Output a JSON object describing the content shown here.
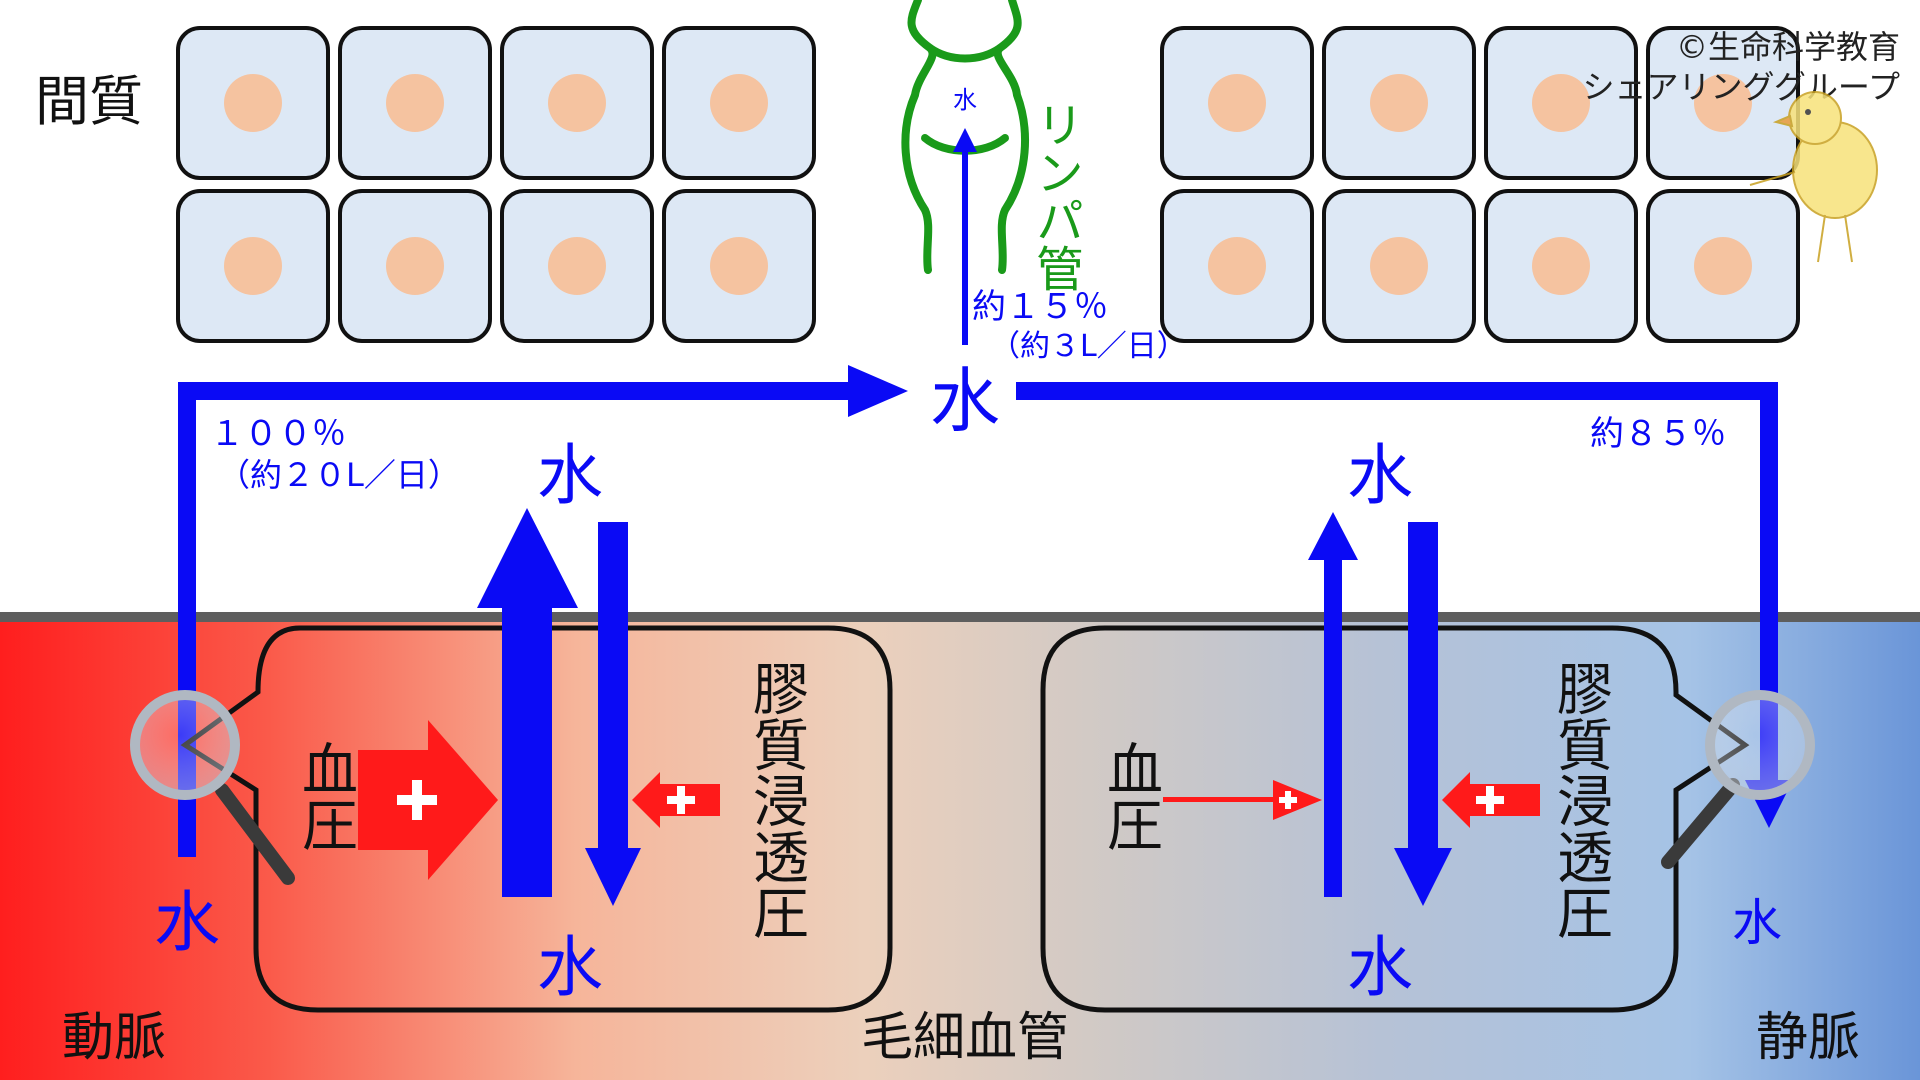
{
  "labels": {
    "interstitium": "間質",
    "artery": "動脈",
    "vein": "静脈",
    "capillary": "毛細血管",
    "lymph_vessel": "リンパ管",
    "copyright_line1": "©生命科学教育",
    "copyright_line2": "シェアリンググループ",
    "blood_pressure": "血圧",
    "colloid_osmotic_pressure": "膠質浸透圧",
    "plus_sign": "+"
  },
  "water": {
    "symbol": "水",
    "percent_in": "１００％",
    "volume_in": "（約２０L／日）",
    "percent_lymph": "約１５％",
    "volume_lymph": "（約３L／日）",
    "percent_venous": "約８５％"
  },
  "colors": {
    "water_blue": "#0a0af5",
    "lymph_green": "#1a9a1a",
    "pressure_red": "#ff1a1a",
    "cell_fill": "#dde8f5",
    "nucleus": "#f5c3a0",
    "arterial_red": "#ff1e1e",
    "venous_blue": "#6a95d8"
  },
  "icons": [
    "magnifier-icon",
    "chick-icon"
  ]
}
